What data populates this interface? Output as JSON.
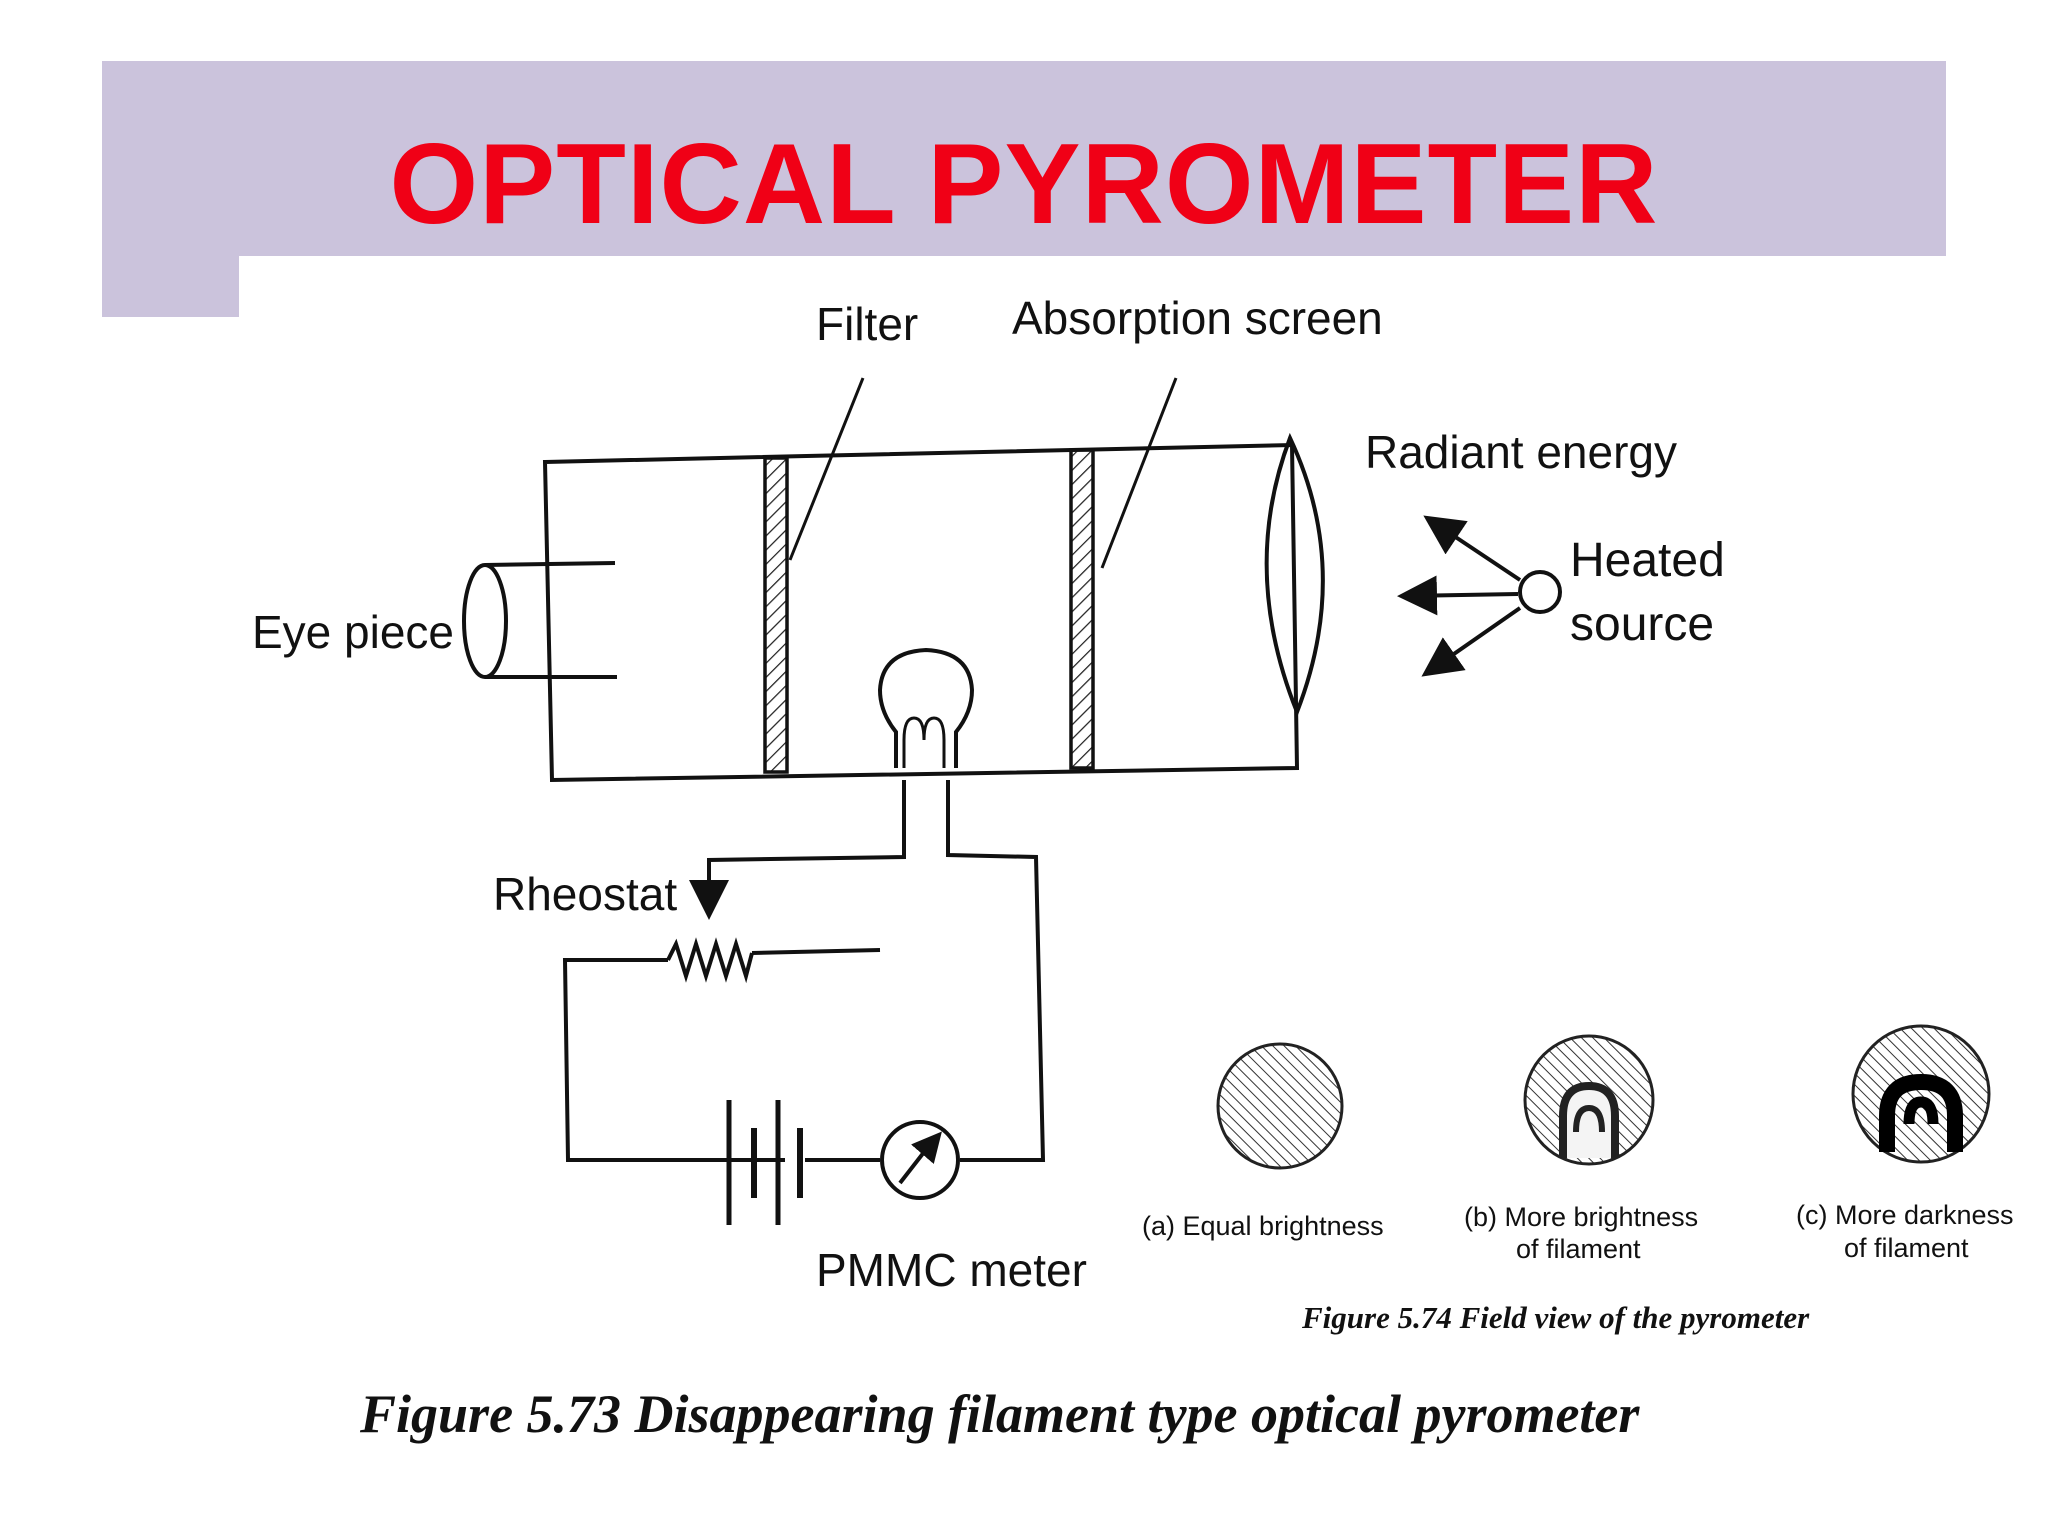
{
  "slide": {
    "title": "OPTICAL PYROMETER"
  },
  "labels": {
    "filter": "Filter",
    "absorption_screen": "Absorption screen",
    "radiant_energy": "Radiant energy",
    "heated_line1": "Heated",
    "heated_line2": "source",
    "eye_piece": "Eye piece",
    "rheostat": "Rheostat",
    "pmmc_meter": "PMMC meter"
  },
  "field_views": [
    {
      "line1": "(a) Equal brightness",
      "line2": ""
    },
    {
      "line1": "(b) More brightness",
      "line2": "of filament"
    },
    {
      "line1": "(c) More darkness",
      "line2": "of filament"
    }
  ],
  "captions": {
    "field_view": "Figure 5.74 Field view of the pyrometer",
    "main": "Figure 5.73 Disappearing filament type optical pyrometer"
  }
}
